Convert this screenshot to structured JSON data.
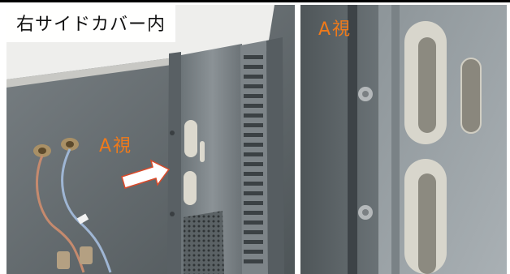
{
  "caption": "右サイドカバー内",
  "view_label_left": "A視",
  "view_label_right": "A視"
}
